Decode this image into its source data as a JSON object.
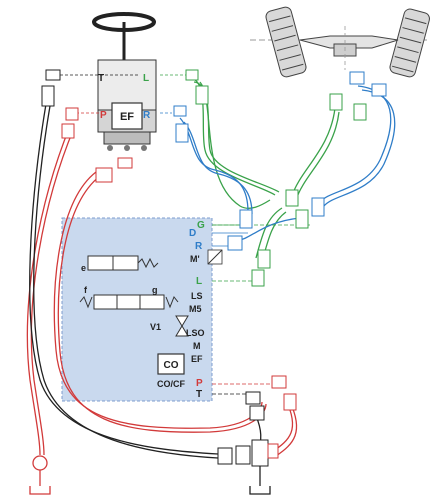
{
  "colors": {
    "pressure": "#d23a3a",
    "tank": "#222222",
    "left": "#3aa24a",
    "right": "#2f7dc8",
    "pilot": "#3aa24a",
    "block_fill": "#c9d9ee",
    "block_border": "#7d9ccf"
  },
  "steering_unit": {
    "port_t": "T",
    "port_l": "L",
    "port_p": "P",
    "port_r": "R",
    "center_label": "EF"
  },
  "priority_block": {
    "ports": {
      "g": "G",
      "d": "D",
      "r": "R",
      "m_prime": "M'",
      "l": "L",
      "ls": "LS",
      "m5": "M5",
      "lso": "LSO",
      "m": "M",
      "ef": "EF",
      "p": "P",
      "t": "T"
    },
    "valve_labels": {
      "e": "e",
      "f": "f",
      "g": "g",
      "v1": "V1"
    },
    "co_symbol": "CO",
    "co_cf": "CO/CF"
  },
  "icons": [
    "steering-wheel-icon",
    "steering-axle-icon",
    "pump-icon",
    "tank-icon",
    "fitting-icon"
  ]
}
